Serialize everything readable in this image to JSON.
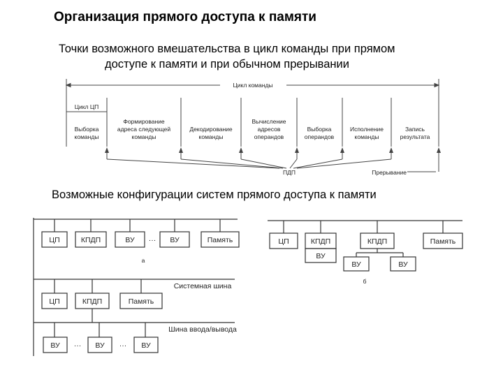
{
  "title": "Организация прямого доступа к памяти",
  "subtitle": {
    "line1": "Точки возможного вмешательства в цикл команды при прямом",
    "line2": "доступе к памяти и при обычном прерывании"
  },
  "cycle": {
    "cycle_label": "Цикл команды",
    "cpu_cycle_label": "Цикл ЦП",
    "stages": [
      [
        "Выборка",
        "команды"
      ],
      [
        "Формирование",
        "адреса следующей",
        "команды"
      ],
      [
        "Декодирование",
        "команды"
      ],
      [
        "Вычисление",
        "адресов",
        "операндов"
      ],
      [
        "Выборка",
        "операндов"
      ],
      [
        "Исполнение",
        "команды"
      ],
      [
        "Запись",
        "результата"
      ]
    ],
    "dma_label": "ПДП",
    "interrupt_label": "Прерывание"
  },
  "section2": "Возможные конфигурации систем прямого доступа к памяти",
  "configs": {
    "a": {
      "label": "а",
      "boxes": [
        "ЦП",
        "КПДП",
        "ВУ",
        "ВУ",
        "Память"
      ],
      "dots": "···"
    },
    "b": {
      "label": "б",
      "top_boxes": [
        "ЦП",
        "КПДП",
        "КПДП",
        "Память"
      ],
      "vu": "ВУ",
      "children": [
        "ВУ",
        "ВУ"
      ]
    },
    "c": {
      "system_bus": "Системная шина",
      "io_bus": "Шина ввода/вывода",
      "top_boxes": [
        "ЦП",
        "КПДП",
        "Память"
      ],
      "io_boxes": [
        "ВУ",
        "ВУ",
        "ВУ"
      ],
      "dots": "···"
    }
  }
}
